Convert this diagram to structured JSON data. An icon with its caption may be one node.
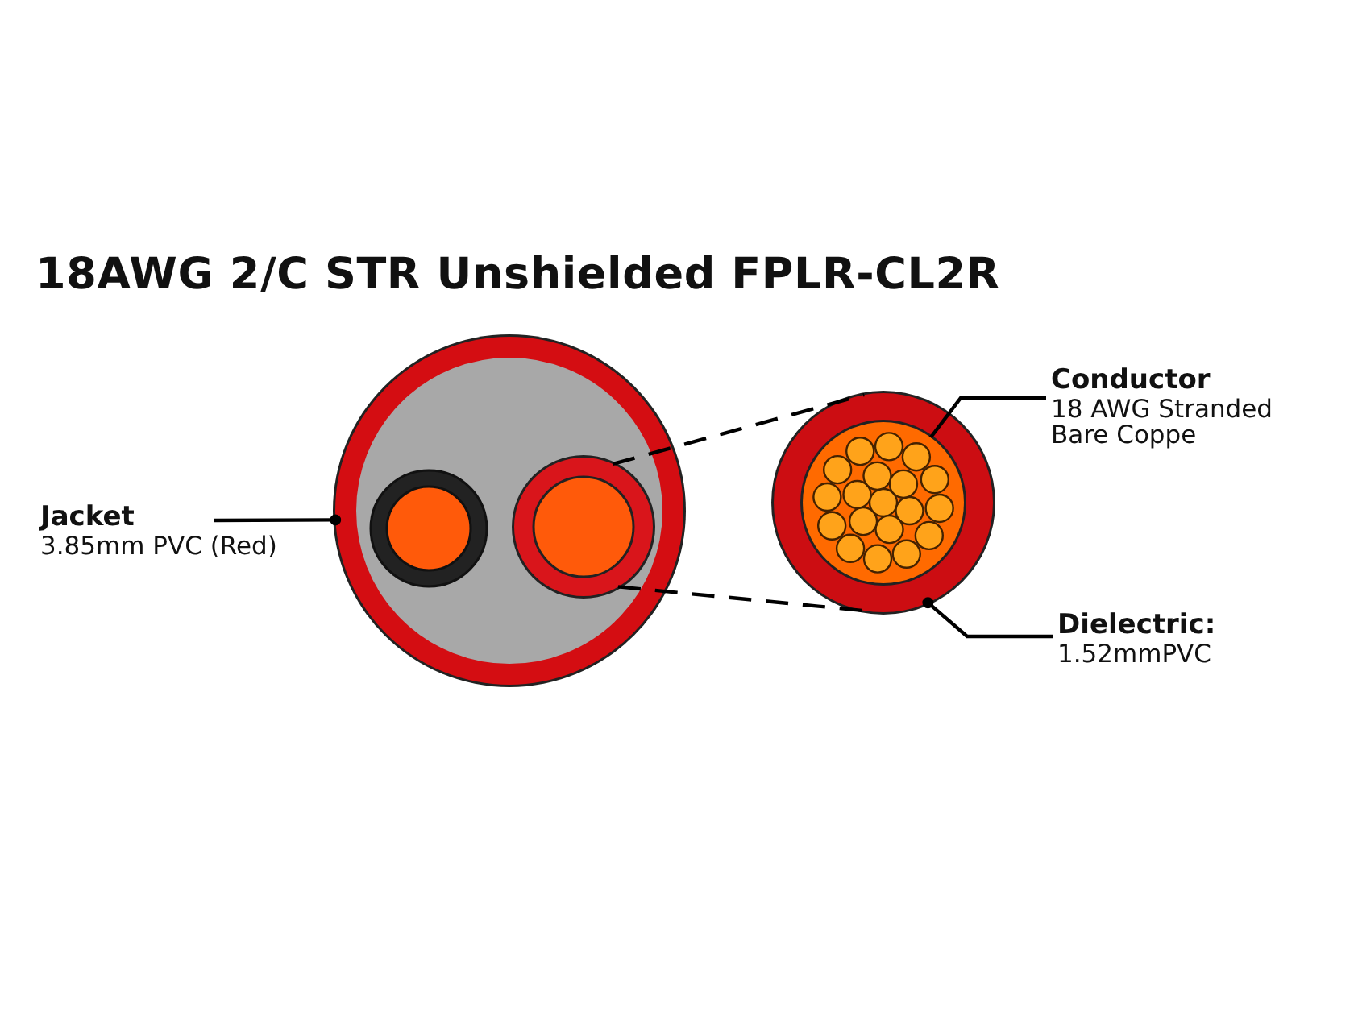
{
  "diagram": {
    "title": "18AWG 2/C STR Unshielded FPLR-CL2R",
    "nodes": [
      {
        "text": [
          "Jacket",
          "3.85mm PVC (Red)"
        ]
      },
      {
        "text": [],
        "shape": "circle"
      },
      {
        "text": [],
        "shape": "circle",
        "in": 1
      },
      {
        "text": [],
        "shape": "circle"
      },
      {
        "text": [],
        "shape": "circle",
        "in": 3
      },
      {
        "text": [
          "Conductor",
          "18 AWG Stranded Bare Coppe"
        ]
      },
      {
        "text": [
          "Dielectric:",
          "1.52mmPVC"
        ]
      }
    ],
    "edges": [
      {
        "from": 0,
        "to": 1,
        "arrow": "other"
      },
      {
        "from": 5,
        "to": 4,
        "arrow": "none"
      },
      {
        "from": 6,
        "to": 3,
        "arrow": "other"
      },
      {
        "from": 2,
        "to": 3,
        "arrow": "none",
        "style": "dashed"
      },
      {
        "from": 2,
        "to": 3,
        "arrow": "none",
        "style": "dashed"
      }
    ]
  }
}
